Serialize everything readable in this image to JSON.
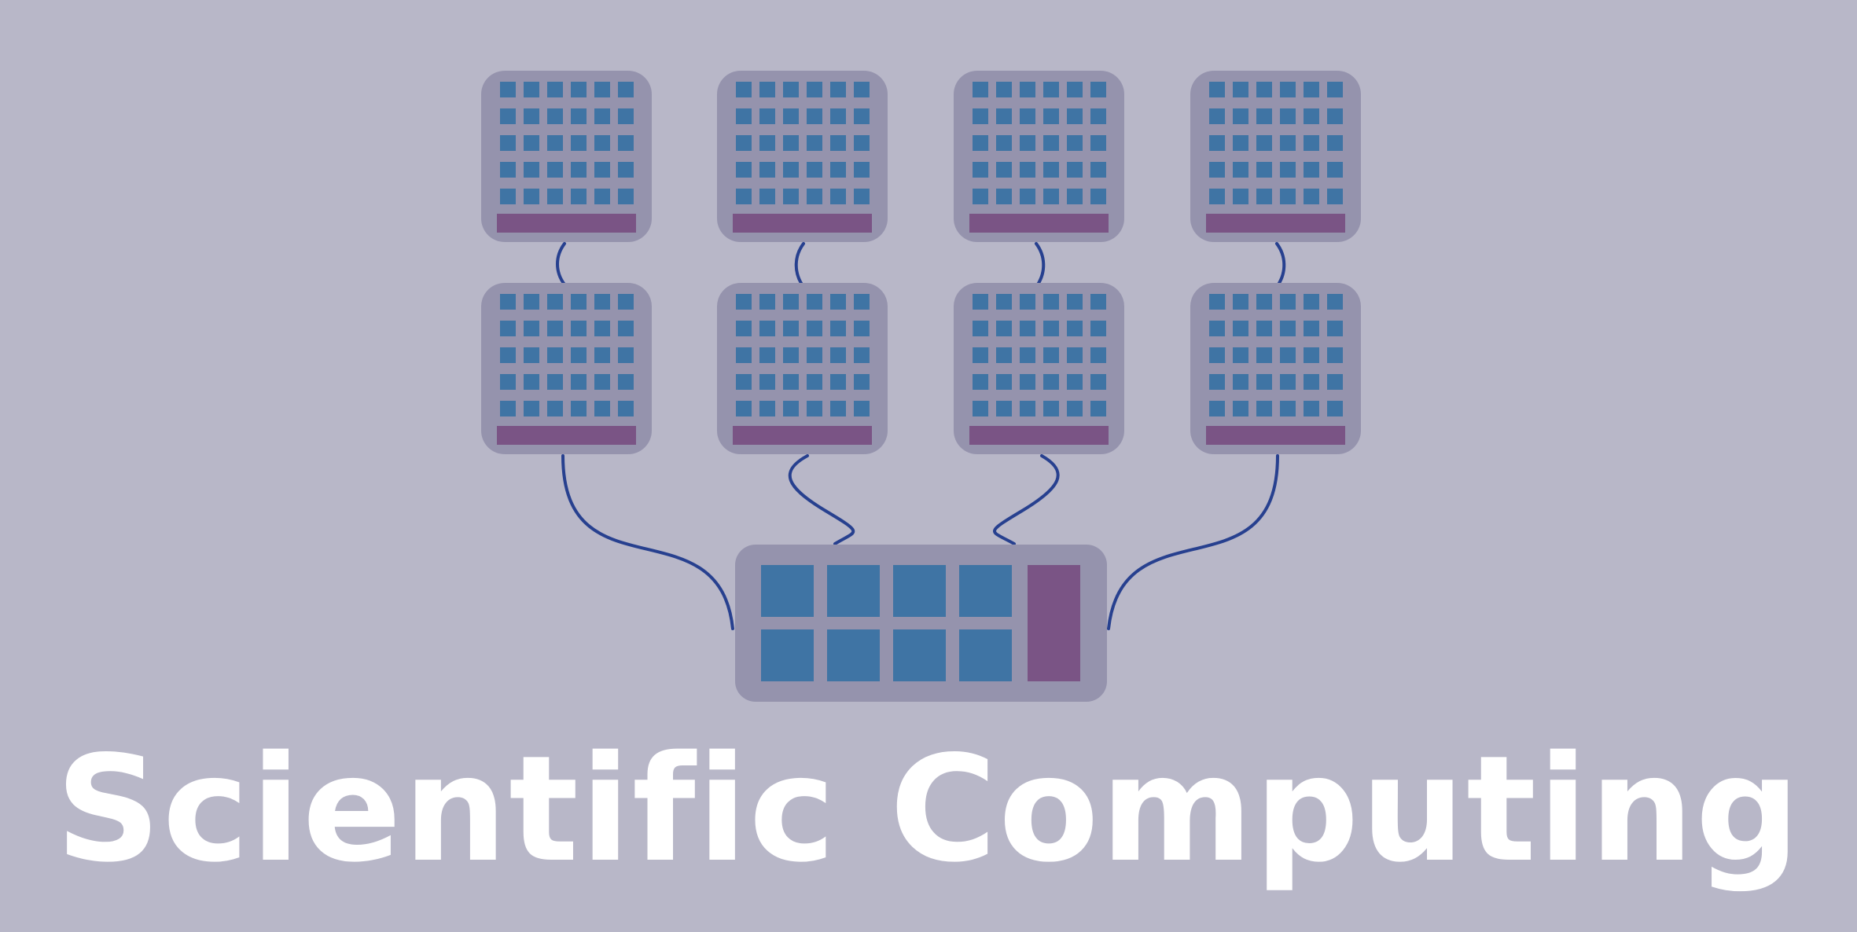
{
  "title": "Scientific Computing",
  "colors": {
    "background": "#b8b7c8",
    "node_body": "#9593ad",
    "core": "#3f74a4",
    "storage_bar": "#7a5485",
    "cable": "#27408f",
    "text": "#ffffff"
  },
  "icons": {
    "compute_node": "server-grid-icon",
    "hub": "switch-hub-icon",
    "cable": "cable-icon"
  },
  "diagram": {
    "node_rows": 2,
    "node_columns": 4,
    "core_grid": [
      5,
      6
    ],
    "hub_core_grid": [
      2,
      4
    ]
  }
}
